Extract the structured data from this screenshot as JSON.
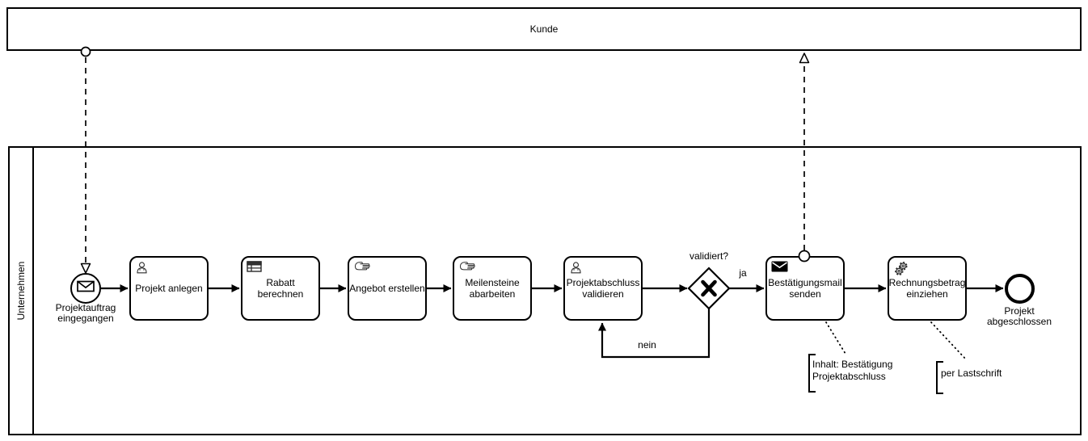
{
  "colors": {
    "stroke": "#000000",
    "background": "#ffffff"
  },
  "pools": {
    "customer": {
      "label": "Kunde"
    },
    "company": {
      "label": "Unternehmen"
    }
  },
  "events": {
    "start": {
      "label": "Projektauftrag eingegangen",
      "kind": "message-start-event",
      "icon": "message-envelope-icon"
    },
    "end": {
      "label": "Projekt abgeschlossen",
      "kind": "end-event"
    }
  },
  "tasks": [
    {
      "label": "Projekt anlegen",
      "type": "user-task",
      "icon": "user-icon"
    },
    {
      "label": "Rabatt berechnen",
      "type": "business-rule-task",
      "icon": "business-rule-table-icon"
    },
    {
      "label": "Angebot erstellen",
      "type": "manual-task",
      "icon": "manual-hand-icon"
    },
    {
      "label": "Meilensteine abarbeiten",
      "type": "manual-task",
      "icon": "manual-hand-icon"
    },
    {
      "label": "Projektabschluss validieren",
      "type": "user-task",
      "icon": "user-icon"
    },
    {
      "label": "Bestätigungsmail senden",
      "type": "send-task",
      "icon": "send-message-icon"
    },
    {
      "label": "Rechnungsbetrag einziehen",
      "type": "service-task",
      "icon": "service-gears-icon"
    }
  ],
  "gateway": {
    "label": "validiert?",
    "type": "exclusive-gateway",
    "symbol": "X"
  },
  "flows": {
    "yes_label": "ja",
    "no_label": "nein"
  },
  "annotations": [
    {
      "text": "Inhalt: Bestätigung Projektabschluss"
    },
    {
      "text": "per Lastschrift"
    }
  ]
}
